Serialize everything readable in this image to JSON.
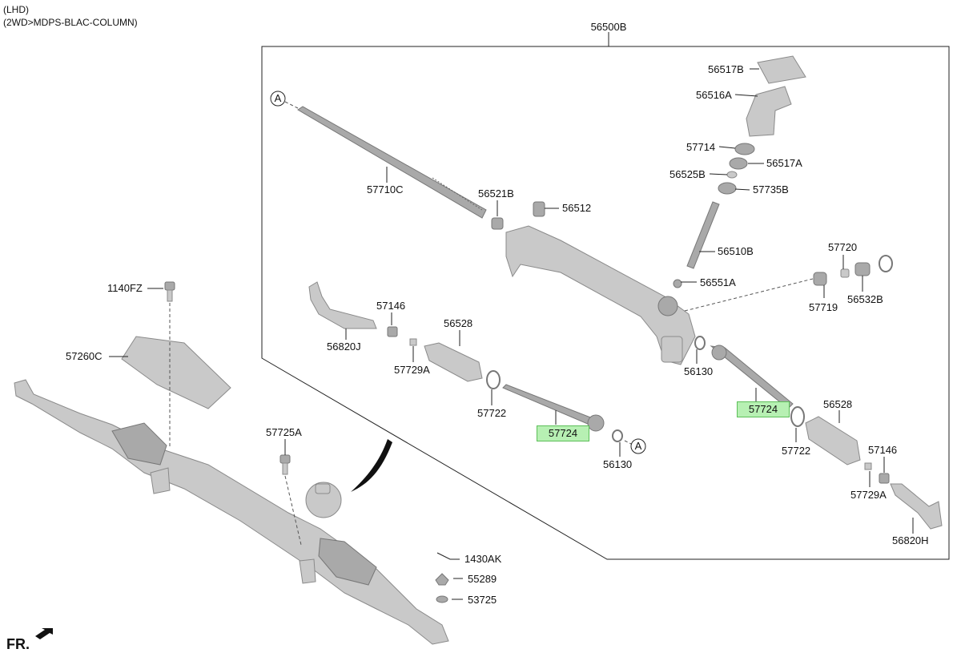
{
  "header": {
    "line1": "(LHD)",
    "line2": "(2WD>MDPS-BLAC-COLUMN)"
  },
  "orientation": "FR.",
  "assembly_label": "56500B",
  "ref_marker": "A",
  "callouts": {
    "c56517B": "56517B",
    "c56516A": "56516A",
    "c57714": "57714",
    "c56517A": "56517A",
    "c56525B": "56525B",
    "c57735B": "57735B",
    "c57710C": "57710C",
    "c56521B": "56521B",
    "c56512": "56512",
    "c56510B": "56510B",
    "c57720": "57720",
    "c56551A": "56551A",
    "c57719": "57719",
    "c56532B": "56532B",
    "c57146a": "57146",
    "c56820J": "56820J",
    "c56528a": "56528",
    "c57729Aa": "57729A",
    "c57722a": "57722",
    "c57724a": "57724",
    "c56130a": "56130",
    "c56130b": "56130",
    "c57724b": "57724",
    "c56528b": "56528",
    "c57722b": "57722",
    "c57146b": "57146",
    "c57729Ab": "57729A",
    "c56820H": "56820H",
    "c1140FZ": "1140FZ",
    "c57260C": "57260C",
    "c57725A": "57725A",
    "c1430AK": "1430AK",
    "c55289": "55289",
    "c53725": "53725"
  }
}
